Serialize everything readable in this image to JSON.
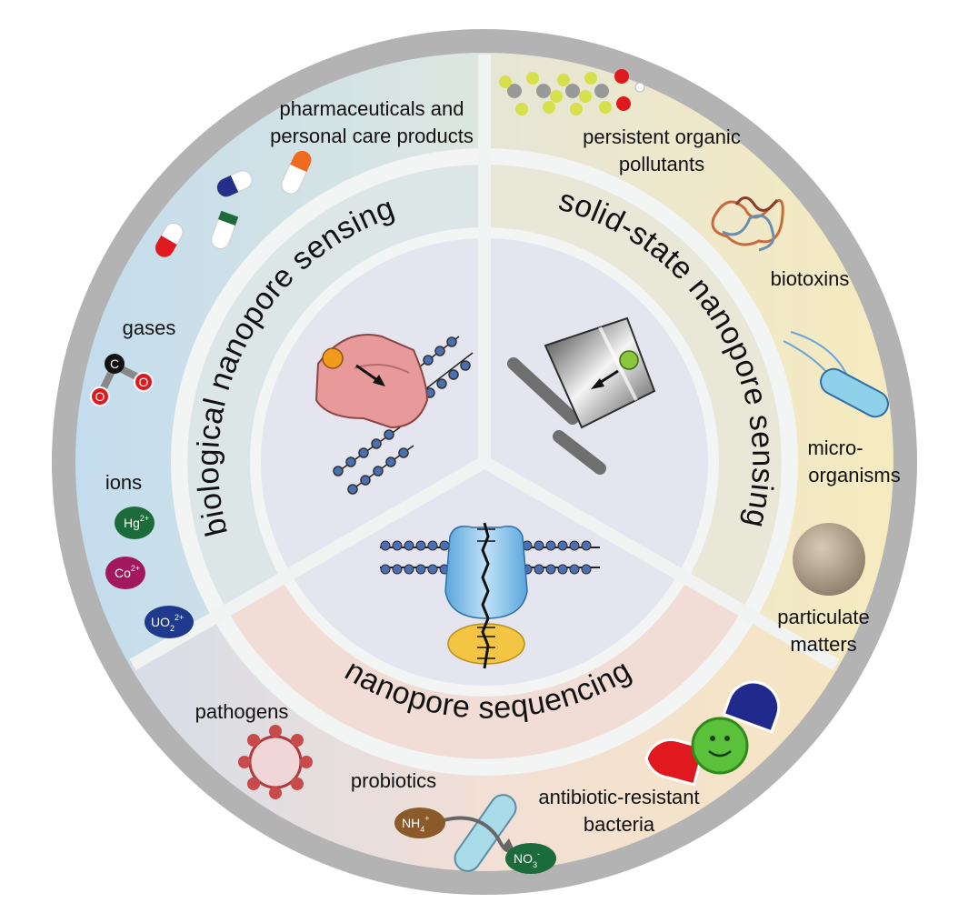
{
  "sectors": {
    "biological": "biological nanopore sensing",
    "solid_state": "solid-state nanopore sensing",
    "sequencing": "nanopore sequencing"
  },
  "analytes": {
    "pharma_line1": "pharmaceuticals and",
    "pharma_line2": "personal care products",
    "gases": "gases",
    "ions": "ions",
    "pop_line1": "persistent organic",
    "pop_line2": "pollutants",
    "biotoxins": "biotoxins",
    "micro_line1": "micro-",
    "micro_line2": "organisms",
    "pm_line1": "particulate",
    "pm_line2": "matters",
    "pathogens": "pathogens",
    "probiotics": "probiotics",
    "arb_line1": "antibiotic-resistant",
    "arb_line2": "bacteria"
  },
  "chips": {
    "hg_base": "Hg",
    "hg_sup": "2+",
    "co_base": "Co",
    "co_sup": "2+",
    "uo_base": "UO",
    "uo_sub": "2",
    "uo_sup": "2+",
    "nh_base": "NH",
    "nh_sub": "4",
    "nh_sup": "+",
    "no_base": "NO",
    "no_sub": "3",
    "no_sup": "-",
    "c_atom": "C",
    "o_atom": "O"
  },
  "colors": {
    "rim": "#b3b3b3",
    "bio_sector": "#c9dff0",
    "solid_sector": "#f3e9c2",
    "seq_sector": "#f3dccf",
    "hg": "#1c6b3a",
    "co": "#a3175f",
    "uo": "#1f3a8c",
    "nh": "#8a5a2b",
    "no": "#1c6b3a"
  }
}
